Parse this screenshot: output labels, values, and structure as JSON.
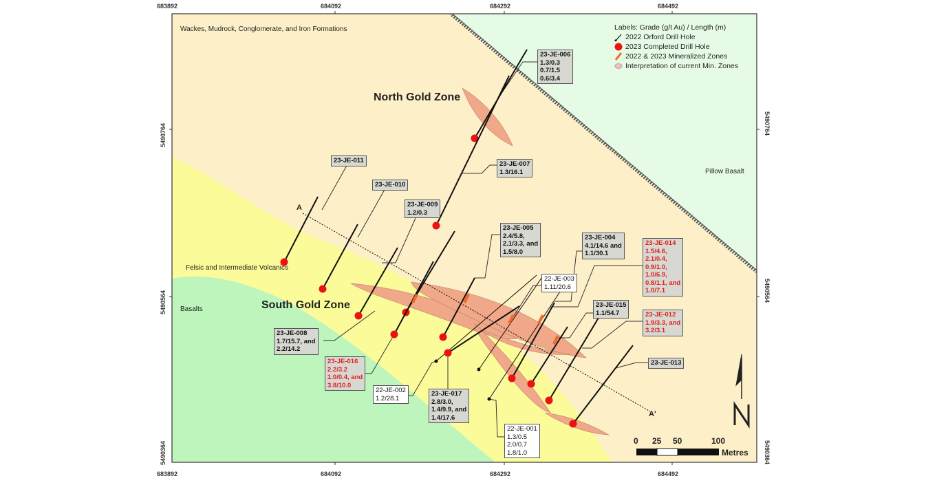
{
  "axes": {
    "easting": [
      "683892",
      "684092",
      "684292",
      "684492"
    ],
    "northing": [
      "5490764",
      "5490564",
      "5490364"
    ]
  },
  "units": {
    "Wackes": "Wackes, Mudrock, Conglomerate, and Iron Formations",
    "felsic": "Felsic and Intermediate Volcanics",
    "basalts": "Basalts",
    "pillow": "Pillow Basalt"
  },
  "colors": {
    "pillow_basalt": "#e6fbe6",
    "wackes": "#fdf0c8",
    "felsic": "#fbfb9a",
    "basalts": "#bdf5bd",
    "min_zone": "#f0a888",
    "mineralized": "#ee6a28",
    "drill_2023": "#ee1111"
  },
  "zones": {
    "north": "North Gold Zone",
    "south": "South Gold Zone"
  },
  "section": {
    "a": "A",
    "a_prime": "A'"
  },
  "legend": {
    "title": "Labels: Grade (g/t Au) / Length (m)",
    "items": [
      {
        "icon": "drill-hole-2022-icon",
        "label": "2022 Orford Drill Hole"
      },
      {
        "icon": "drill-hole-2023-icon",
        "label": "2023 Completed Drill Hole"
      },
      {
        "icon": "mineralized-zone-icon",
        "label": "2022 & 2023 Mineralized Zones"
      },
      {
        "icon": "interpreted-zone-icon",
        "label": "Interpretation of current Min. Zones"
      }
    ]
  },
  "scale": {
    "ticks": [
      "0",
      "25",
      "50",
      "100"
    ],
    "unit": "Metres"
  },
  "holes": [
    {
      "id": "23-JE-006",
      "lines": [
        "1.3/0.3",
        "0.7/1.5",
        "0.6/3.4"
      ],
      "style": "gray"
    },
    {
      "id": "23-JE-007",
      "lines": [
        "1.3/16.1"
      ],
      "style": "gray"
    },
    {
      "id": "23-JE-011",
      "lines": [],
      "style": "gray"
    },
    {
      "id": "23-JE-010",
      "lines": [],
      "style": "gray"
    },
    {
      "id": "23-JE-009",
      "lines": [
        "1.2/0.3"
      ],
      "style": "gray"
    },
    {
      "id": "23-JE-005",
      "lines": [
        "2.4/5.8,",
        "2.1/3.3, and",
        "1.5/8.0"
      ],
      "style": "gray"
    },
    {
      "id": "23-JE-004",
      "lines": [
        "4.1/14.6 and",
        "1.1/30.1"
      ],
      "style": "gray"
    },
    {
      "id": "23-JE-014",
      "lines": [
        "1.5/4.6,",
        "2.1/0.4,",
        "0.9/1.0,",
        "1.0/6.9,",
        "0.8/1.1, and",
        "1.0/7.1"
      ],
      "style": "red"
    },
    {
      "id": "22-JE-003",
      "lines": [
        "1.11/20.6"
      ],
      "style": "white"
    },
    {
      "id": "23-JE-015",
      "lines": [
        "1.1/54.7"
      ],
      "style": "gray"
    },
    {
      "id": "23-JE-012",
      "lines": [
        "1.9/3.3, and",
        "3.2/3.1"
      ],
      "style": "red"
    },
    {
      "id": "23-JE-013",
      "lines": [],
      "style": "gray"
    },
    {
      "id": "23-JE-008",
      "lines": [
        "1.7/15.7, and",
        "2.2/14.2"
      ],
      "style": "gray"
    },
    {
      "id": "23-JE-016",
      "lines": [
        "2.2/3.2",
        "1.0/0.4, and",
        "3.8/10.0"
      ],
      "style": "red"
    },
    {
      "id": "22-JE-002",
      "lines": [
        "1.2/28.1"
      ],
      "style": "white"
    },
    {
      "id": "23-JE-017",
      "lines": [
        "2.8/3.0,",
        "1.4/9.9, and",
        "1.4/17.6"
      ],
      "style": "gray"
    },
    {
      "id": "22-JE-001",
      "lines": [
        "1.3/0.5",
        "2.0/0.7",
        "1.8/1.0"
      ],
      "style": "white"
    }
  ]
}
